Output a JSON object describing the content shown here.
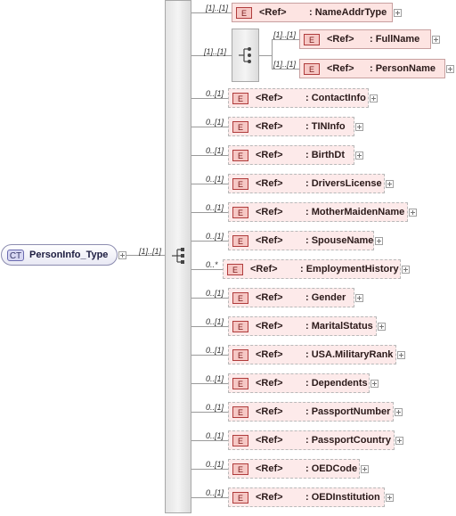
{
  "root": {
    "badge": "CT",
    "name": "PersonInfo_Type",
    "sequence_cardinality": "[1]..[1]"
  },
  "choice": {
    "cardinality": "[1]..[1]",
    "items": [
      {
        "badge": "E",
        "ref": "<Ref>",
        "name": ": FullName",
        "cardinality": "[1]..[1]"
      },
      {
        "badge": "E",
        "ref": "<Ref>",
        "name": ": PersonName",
        "cardinality": "[1]..[1]"
      }
    ]
  },
  "elements": [
    {
      "badge": "E",
      "ref": "<Ref>",
      "name": ": NameAddrType",
      "cardinality": "[1]..[1]"
    },
    {
      "badge": "E",
      "ref": "<Ref>",
      "name": ": ContactInfo",
      "cardinality": "0..[1]"
    },
    {
      "badge": "E",
      "ref": "<Ref>",
      "name": ": TINInfo",
      "cardinality": "0..[1]"
    },
    {
      "badge": "E",
      "ref": "<Ref>",
      "name": ": BirthDt",
      "cardinality": "0..[1]"
    },
    {
      "badge": "E",
      "ref": "<Ref>",
      "name": ": DriversLicense",
      "cardinality": "0..[1]"
    },
    {
      "badge": "E",
      "ref": "<Ref>",
      "name": ": MotherMaidenName",
      "cardinality": "0..[1]"
    },
    {
      "badge": "E",
      "ref": "<Ref>",
      "name": ": SpouseName",
      "cardinality": "0..[1]"
    },
    {
      "badge": "E",
      "ref": "<Ref>",
      "name": ": EmploymentHistory",
      "cardinality": "0..*"
    },
    {
      "badge": "E",
      "ref": "<Ref>",
      "name": ": Gender",
      "cardinality": "0..[1]"
    },
    {
      "badge": "E",
      "ref": "<Ref>",
      "name": ": MaritalStatus",
      "cardinality": "0..[1]"
    },
    {
      "badge": "E",
      "ref": "<Ref>",
      "name": ": USA.MilitaryRank",
      "cardinality": "0..[1]"
    },
    {
      "badge": "E",
      "ref": "<Ref>",
      "name": ": Dependents",
      "cardinality": "0..[1]"
    },
    {
      "badge": "E",
      "ref": "<Ref>",
      "name": ": PassportNumber",
      "cardinality": "0..[1]"
    },
    {
      "badge": "E",
      "ref": "<Ref>",
      "name": ": PassportCountry",
      "cardinality": "0..[1]"
    },
    {
      "badge": "E",
      "ref": "<Ref>",
      "name": ": OEDCode",
      "cardinality": "0..[1]"
    },
    {
      "badge": "E",
      "ref": "<Ref>",
      "name": ": OEDInstitution",
      "cardinality": "0..[1]"
    }
  ],
  "colors": {
    "element_fill": "#fde4e2",
    "element_badge": "#f6c7c4",
    "complex_type_badge": "#d7d7f2",
    "connector": "#9a9a9a"
  }
}
